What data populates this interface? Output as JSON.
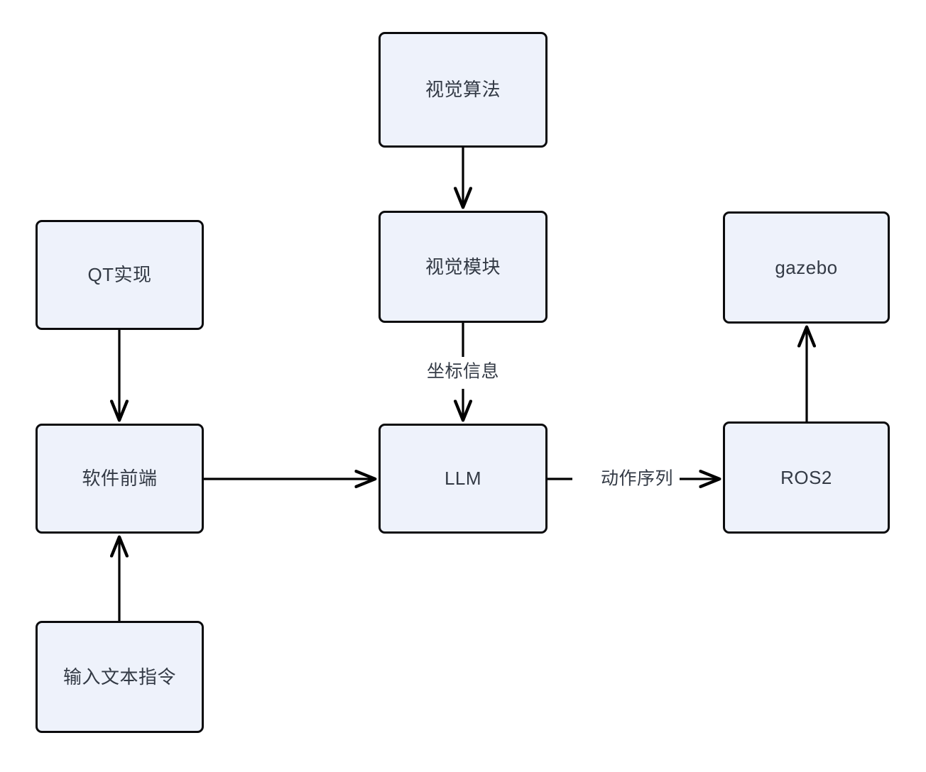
{
  "diagram": {
    "title": "LLM robotics system architecture flowchart",
    "background_color": "#ffffff",
    "node_fill_color": "#eef2fb",
    "node_border_color": "#0b0b0d",
    "text_color": "#333a45",
    "edge_color": "#000000",
    "nodes": [
      {
        "id": "vision-algo",
        "label": "视觉算法"
      },
      {
        "id": "vision-module",
        "label": "视觉模块"
      },
      {
        "id": "qt",
        "label": "QT实现"
      },
      {
        "id": "gazebo",
        "label": "gazebo"
      },
      {
        "id": "frontend",
        "label": "软件前端"
      },
      {
        "id": "llm",
        "label": "LLM"
      },
      {
        "id": "ros2",
        "label": "ROS2"
      },
      {
        "id": "input-text",
        "label": "输入文本指令"
      }
    ],
    "edges": [
      {
        "from": "vision-algo",
        "to": "vision-module",
        "label": ""
      },
      {
        "from": "vision-module",
        "to": "llm",
        "label": "坐标信息"
      },
      {
        "from": "qt",
        "to": "frontend",
        "label": ""
      },
      {
        "from": "input-text",
        "to": "frontend",
        "label": ""
      },
      {
        "from": "frontend",
        "to": "llm",
        "label": ""
      },
      {
        "from": "llm",
        "to": "ros2",
        "label": "动作序列"
      },
      {
        "from": "ros2",
        "to": "gazebo",
        "label": ""
      }
    ],
    "edge_labels": {
      "coordinate_info": "坐标信息",
      "action_sequence": "动作序列"
    }
  }
}
